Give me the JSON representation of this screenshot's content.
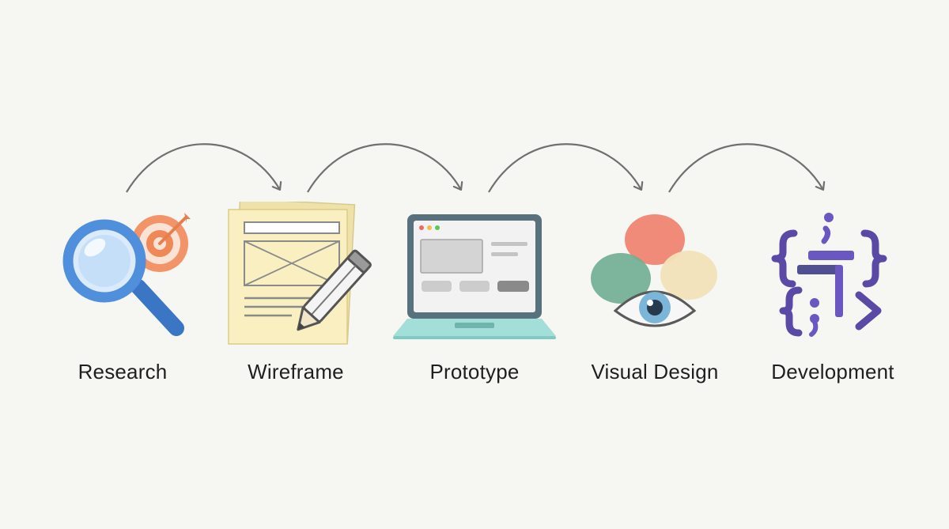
{
  "diagram": {
    "steps": [
      {
        "label": "Research",
        "icon": "magnifier-target-icon"
      },
      {
        "label": "Wireframe",
        "icon": "wireframe-pencil-icon"
      },
      {
        "label": "Prototype",
        "icon": "laptop-icon"
      },
      {
        "label": "Visual Design",
        "icon": "color-swatch-eye-icon"
      },
      {
        "label": "Development",
        "icon": "code-braces-icon"
      }
    ],
    "colors": {
      "background": "#f6f6f2",
      "arrow": "#707070",
      "text": "#1f1f1f"
    }
  }
}
